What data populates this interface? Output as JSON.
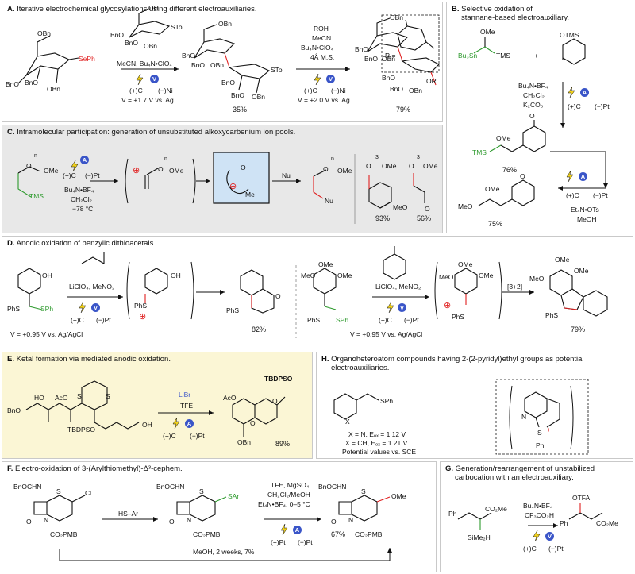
{
  "panels": {
    "A": {
      "title_letter": "A.",
      "title": "Iterative electrochemical glycosylations using different electroauxiliaries.",
      "sm_groups": [
        "OBn",
        "BnO",
        "BnO",
        "OBn",
        "SePh"
      ],
      "acceptor": {
        "oh": "OH",
        "bno1": "BnO",
        "bno2": "BnO",
        "stol": "STol",
        "obn": "OBn"
      },
      "step1": {
        "reagents": "MeCN, Bu₄N•ClO₄",
        "anode": "(+)C",
        "cathode": "(−)Ni",
        "potential": "V = +1.7 V vs. Ag",
        "badge": "V"
      },
      "prod1": {
        "groups": [
          "OBn",
          "BnO",
          "BnO",
          "OBn",
          "BnO",
          "BnO",
          "OBn",
          "STol"
        ],
        "yield": "35%"
      },
      "step2": {
        "r1": "ROH",
        "r2": "MeCN",
        "r3": "Bu₄N•ClO₄",
        "r4": "4Å M.S.",
        "anode": "(+)C",
        "cathode": "(−)Ni",
        "potential": "V = +2.0 V vs. Ag",
        "badge": "V"
      },
      "prod2": {
        "groups": [
          "OBn",
          "BnO",
          "BnO",
          "OBn",
          "BnO",
          "BnO",
          "OBn",
          "OR"
        ],
        "yield": "79%"
      },
      "r_def": "R ="
    },
    "B": {
      "title_letter": "B.",
      "title1": "Selective oxidation of",
      "title2": "stannane-based electroauxiliary.",
      "sm": {
        "ome": "OMe",
        "sn": "Bu₃Sn",
        "tms": "TMS"
      },
      "partner": {
        "otms": "OTMS"
      },
      "plus": "+",
      "step1": {
        "r1": "Bu₄N•BF₄",
        "r2": "CH₂Cl₂",
        "r3": "K₂CO₃",
        "anode": "(+)C",
        "cathode": "(−)Pt",
        "badge": "A"
      },
      "prod1": {
        "ome": "OMe",
        "tms": "TMS",
        "o": "O",
        "yield": "76%"
      },
      "step2": {
        "anode": "(+)C",
        "cathode": "(−)Pt",
        "badge": "A",
        "r1": "Et₄N•OTs",
        "r2": "MeOH"
      },
      "prod2": {
        "ome1": "OMe",
        "ome2": "MeO",
        "o": "O",
        "yield": "75%"
      }
    },
    "C": {
      "title_letter": "C.",
      "title": "Intramolecular participation: generation of unsubstituted alkoxycarbenium ion pools.",
      "sm": {
        "o": "O",
        "n": "n",
        "ome": "OMe",
        "tms": "TMS"
      },
      "step": {
        "anode": "(+)C",
        "cathode": "(−)Pt",
        "badge": "A",
        "r1": "Bu₄N•BF₄",
        "r2": "CH₂Cl₂",
        "r3": "−78 °C"
      },
      "cation": {
        "plus": "⊕",
        "o": "O",
        "n": "n",
        "ome": "OMe"
      },
      "pool": {
        "o": "O",
        "me": "Me",
        "plus": "⊕"
      },
      "nu_label": "Nu",
      "prod": {
        "o": "O",
        "n": "n",
        "ome": "OMe",
        "nu": "Nu"
      },
      "ex1": {
        "o": "O",
        "n": "3",
        "ome": "OMe",
        "yield": "93%"
      },
      "ex2": {
        "o": "O",
        "n": "3",
        "ome": "OMe",
        "meo": "MeO",
        "o2": "O",
        "yield": "56%"
      }
    },
    "D": {
      "title_letter": "D.",
      "title": "Anodic oxidation of benzylic dithioacetals.",
      "left": {
        "oh": "OH",
        "phs": "PhS",
        "sph": "SPh",
        "r1": "LiClO₄, MeNO₂",
        "anode": "(+)C",
        "cathode": "(−)Pt",
        "badge": "V",
        "potential": "V = +0.95 V vs. Ag/AgCl",
        "int": {
          "phs": "PhS",
          "oh": "OH",
          "plus": "⊕"
        },
        "prod": {
          "phs": "PhS",
          "o": "O",
          "yield": "82%"
        }
      },
      "right": {
        "ome1": "OMe",
        "ome2": "OMe",
        "meo": "MeO",
        "phs": "PhS",
        "sph": "SPh",
        "r1": "LiClO₄, MeNO₂",
        "anode": "(+)C",
        "cathode": "(−)Pt",
        "badge": "V",
        "potential": "V = +0.95 V vs. Ag/AgCl",
        "int": {
          "ome1": "OMe",
          "ome2": "OMe",
          "meo": "MeO",
          "phs": "PhS",
          "plus": "⊕"
        },
        "cyclo": "[3+2]",
        "prod": {
          "ome1": "OMe",
          "ome2": "OMe",
          "meo": "MeO",
          "phs": "PhS",
          "yield": "79%"
        }
      }
    },
    "E": {
      "title_letter": "E.",
      "title": "Ketal formation via mediated anodic oxidation.",
      "sm": {
        "ho": "HO",
        "aco": "AcO",
        "s1": "S",
        "s2": "S",
        "bno": "BnO",
        "tbdpso": "TBDPSO",
        "oh": "OH"
      },
      "step": {
        "mediator": "LiBr",
        "solvent": "TFE",
        "anode": "(+)C",
        "cathode": "(−)Pt",
        "badge": "A"
      },
      "prod": {
        "tbdpso": "TBDPSO",
        "aco": "AcO",
        "o1": "O",
        "o2": "O",
        "obn": "OBn",
        "yield": "89%"
      }
    },
    "F": {
      "title_letter": "F.",
      "title": "Electro-oxidation of 3-(Arylthiomethyl)-Δ³-cephem.",
      "sm": {
        "nh": "BnOCHN",
        "o": "O",
        "n": "N",
        "s": "S",
        "cl": "Cl",
        "co2": "CO₂PMB"
      },
      "r1": "HS–Ar",
      "int": {
        "nh": "BnOCHN",
        "o": "O",
        "n": "N",
        "s": "S",
        "sar": "SAr",
        "co2": "CO₂PMB"
      },
      "step": {
        "r1": "TFE, MgSO₄",
        "r2": "CH₂Cl₂/MeOH",
        "r3": "Et₄N•BF₄, 0–5 °C",
        "anode": "(+)Pt",
        "cathode": "(−)Pt",
        "badge": "A"
      },
      "prod": {
        "nh": "BnOCHN",
        "o": "O",
        "n": "N",
        "s": "S",
        "ome": "OMe",
        "co2": "CO₂PMB",
        "yield": "67%"
      },
      "control": "MeOH, 2 weeks, 7%"
    },
    "G": {
      "title_letter": "G.",
      "title1": "Generation/rearrangement of unstabilized",
      "title2": "carbocation with an electroauxiliary.",
      "sm": {
        "ph": "Ph",
        "co2me": "CO₂Me",
        "si": "SiMe₂H"
      },
      "step": {
        "r1": "Bu₄N•BF₄",
        "r2": "CF₃CO₂H",
        "anode": "(+)C",
        "cathode": "(−)Pt",
        "badge": "V"
      },
      "prod": {
        "ph": "Ph",
        "otfa": "OTFA",
        "co2me": "CO₂Me"
      }
    },
    "H": {
      "title_letter": "H.",
      "title1": "Organoheteroatom compounds having 2-(2-pyridyl)ethyl groups as potential",
      "title2": "electroauxiliaries.",
      "mol": {
        "x": "X",
        "sph": "SPh"
      },
      "v1": "X = N, Eₒₓ = 1.12 V",
      "v2": "X = CH, Eₒₓ = 1.21 V",
      "v3": "Potential values vs. SCE",
      "complex": {
        "n": "N",
        "s": "S",
        "plus": "+",
        "ph": "Ph"
      }
    }
  },
  "colors": {
    "panel_C_bg": "#e8e8e8",
    "panel_E_bg": "#fbf6d5",
    "electrode_blue": "#3a55c8",
    "bolt_yellow": "#f2d21b",
    "highlight_red": "#e02020",
    "aux_green": "#2e9a2e",
    "pool_blue": "#cfe3f5"
  }
}
